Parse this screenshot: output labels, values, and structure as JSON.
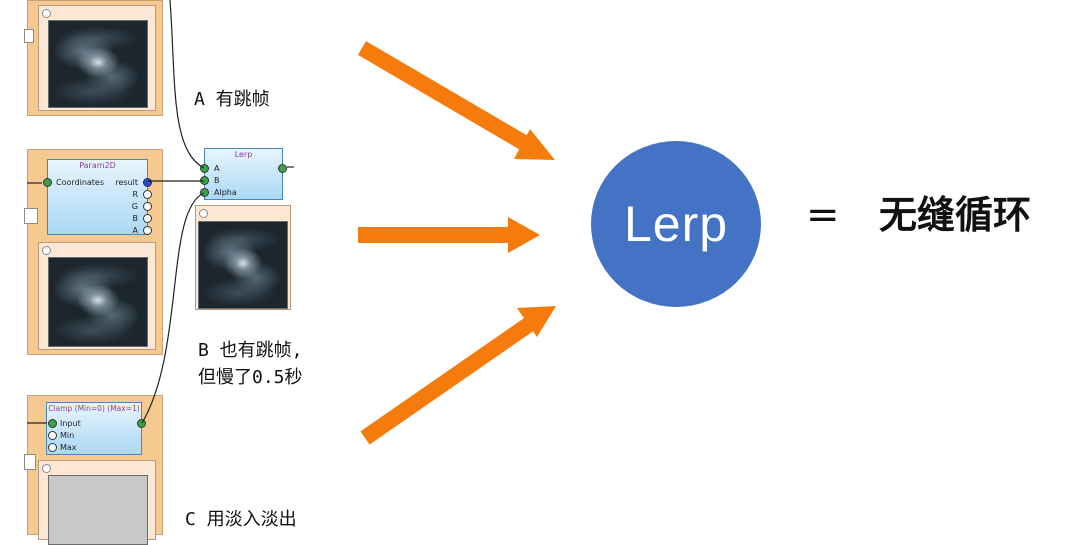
{
  "nodes": {
    "param2d": {
      "title": "Param2D",
      "input_label": "Coordinates",
      "outputs": [
        "result",
        "R",
        "G",
        "B",
        "A"
      ]
    },
    "lerp": {
      "title": "Lerp",
      "inputs": [
        "A",
        "B",
        "Alpha"
      ]
    },
    "clamp": {
      "title": "Clamp (Min=0) (Max=1)",
      "inputs": [
        "Input",
        "Min",
        "Max"
      ]
    }
  },
  "captions": {
    "a": "A 有跳帧",
    "b_line1": "B 也有跳帧,",
    "b_line2": "但慢了0.5秒",
    "c": "C 用淡入淡出"
  },
  "summary": {
    "circle_label": "Lerp",
    "equals": "=",
    "result": "无缝循环"
  },
  "colors": {
    "arrow": "#f57c0c",
    "circle": "#4472c4",
    "panel": "#f6c990",
    "node": "#aad8f6"
  }
}
